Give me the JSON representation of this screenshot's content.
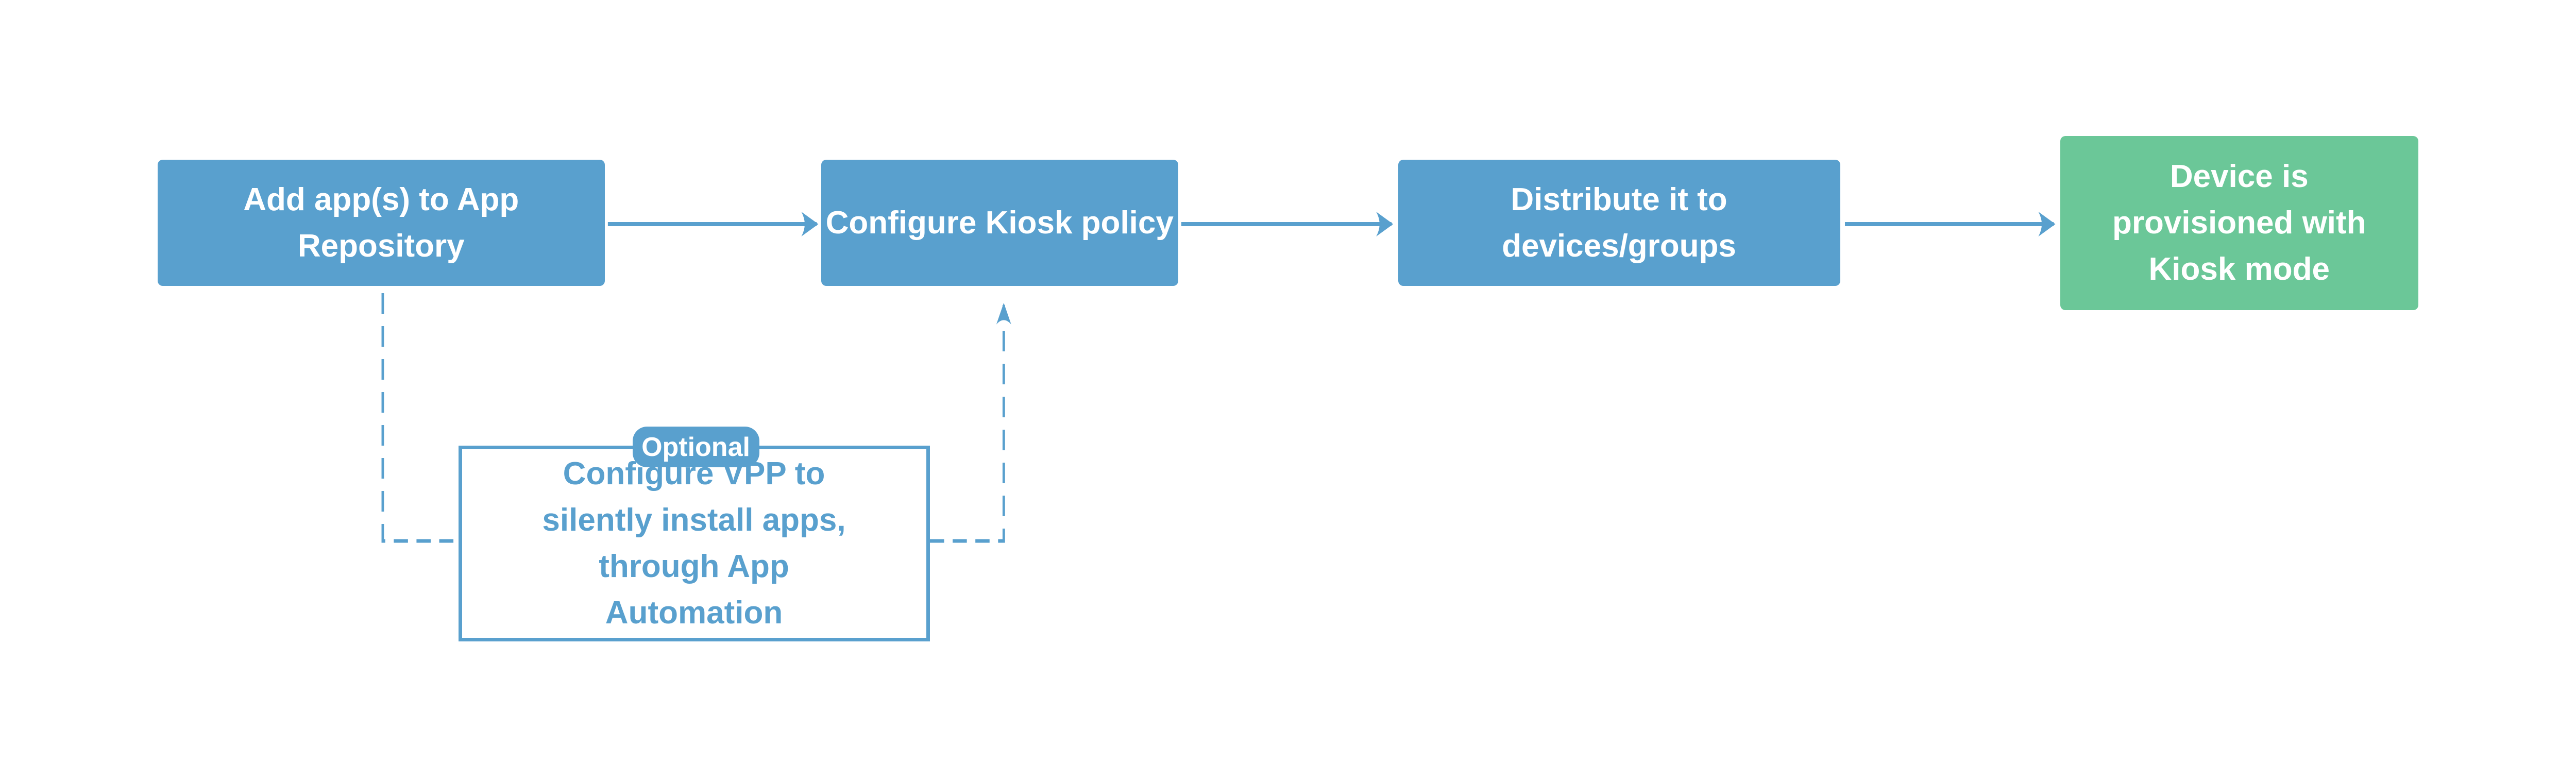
{
  "colors": {
    "step": "#59a0ce",
    "result": "#6bc798",
    "connector": "#59a0ce"
  },
  "steps": [
    {
      "label": "Add app(s) to App Repository"
    },
    {
      "label": "Configure Kiosk policy"
    },
    {
      "label": "Distribute it to devices/groups"
    },
    {
      "label": "Device is provisioned with Kiosk mode"
    }
  ],
  "optional": {
    "badge": "Optional",
    "label": "Configure VPP to silently install apps, through App Automation"
  }
}
